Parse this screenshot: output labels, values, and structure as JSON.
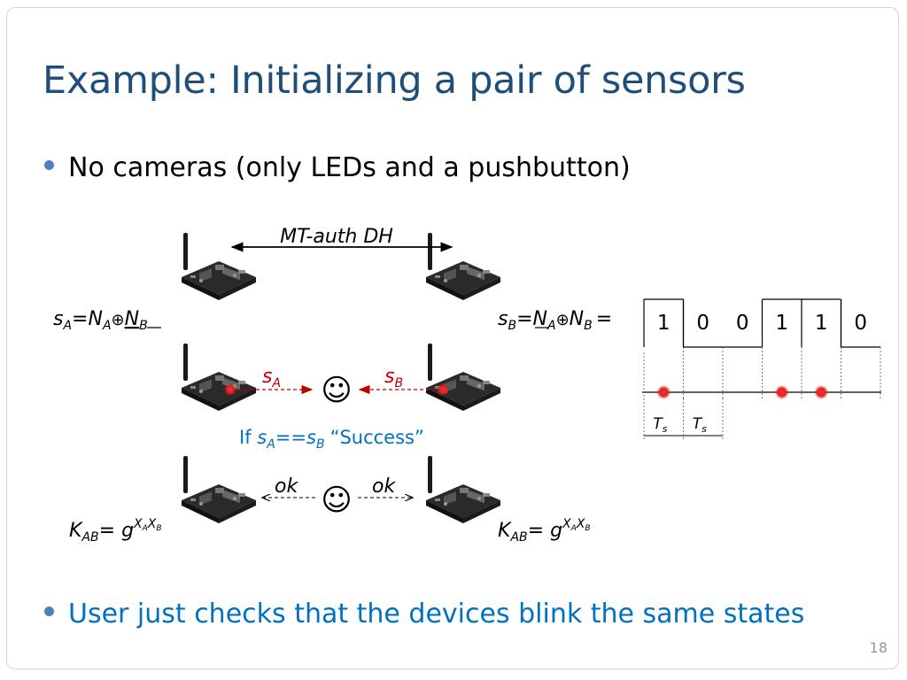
{
  "slide": {
    "title": "Example: Initializing a pair of sensors",
    "bullets": [
      "No cameras (only LEDs and a pushbutton)",
      "User just checks that the devices blink the same states"
    ],
    "page_number": "18"
  },
  "diagram": {
    "protocol_label": "MT-auth DH",
    "formula_a": {
      "s": "s",
      "s_sub": "A",
      "eq": "=",
      "n1": "N",
      "n1_sub": "A",
      "xor": "⊕",
      "n2": "N",
      "n2_sub": "B"
    },
    "formula_b": {
      "s": "s",
      "s_sub": "B",
      "eq": "=",
      "n1": "N",
      "n1_sub": "A",
      "xor": "⊕",
      "n2": "N",
      "n2_sub": "B",
      "trail": "="
    },
    "blink_label_a": {
      "s": "s",
      "sub": "A"
    },
    "blink_label_b": {
      "s": "s",
      "sub": "B"
    },
    "check": {
      "prefix": "If ",
      "s1": "s",
      "s1_sub": "A",
      "op": "==",
      "s2": "s",
      "s2_sub": "B",
      "msg": "“Success”"
    },
    "ok_left": "ok",
    "ok_right": "ok",
    "smiley": "☺",
    "key_a": {
      "k": "K",
      "k_sub": "AB",
      "eq": "= ",
      "g": "g",
      "x1": "X",
      "x1_sub": "A",
      "x2": "X",
      "x2_sub": "B"
    },
    "key_b": {
      "k": "K",
      "k_sub": "AB",
      "eq": "= ",
      "g": "g",
      "x1": "X",
      "x1_sub": "A",
      "x2": "X",
      "x2_sub": "B"
    },
    "bits": [
      "1",
      "0",
      "0",
      "1",
      "1",
      "0"
    ],
    "timing_label": {
      "t": "T",
      "sub": "s"
    },
    "colors": {
      "title": "#1f4e79",
      "accent_blue": "#0070c0",
      "red_label": "#c00000",
      "led": "#e02020"
    }
  }
}
